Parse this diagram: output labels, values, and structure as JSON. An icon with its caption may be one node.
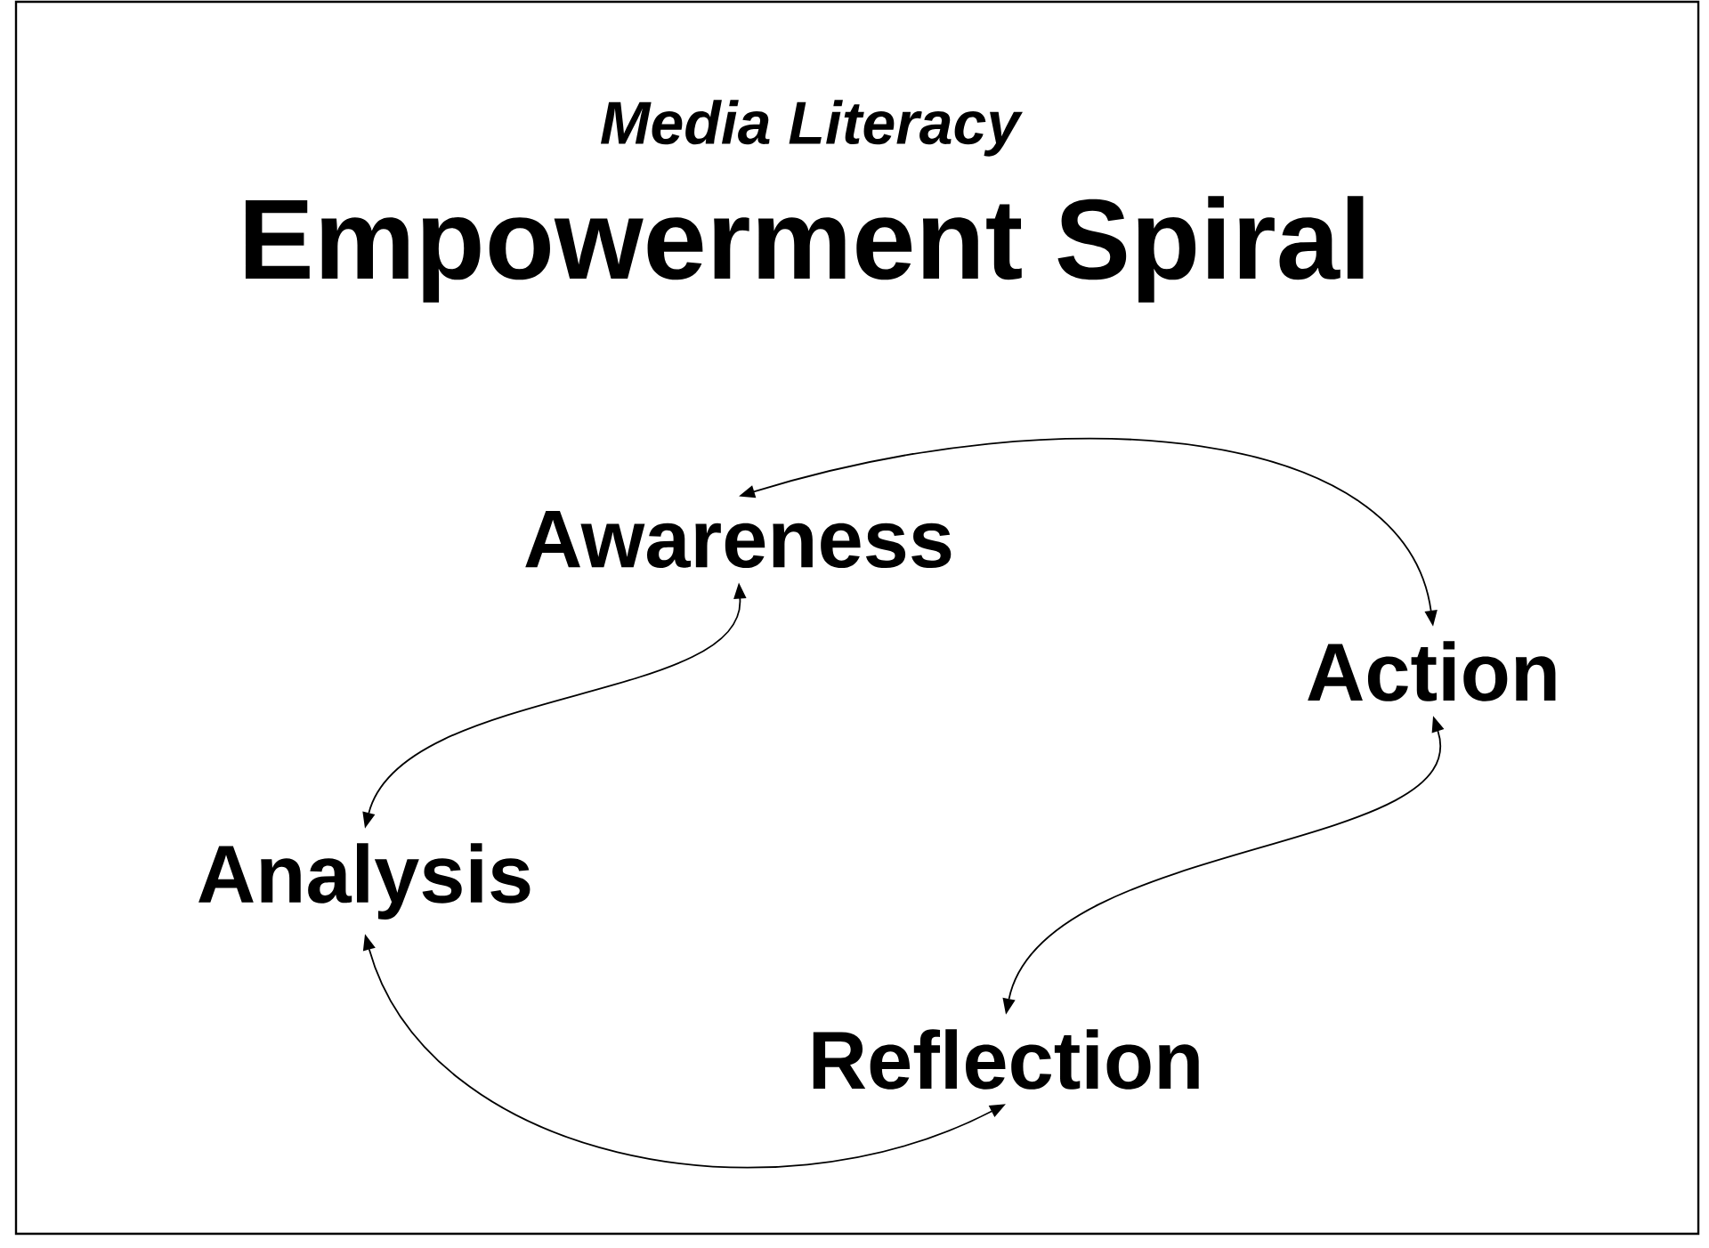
{
  "diagram": {
    "title": "Empowerment Spiral",
    "labels": [
      "Media Literacy"
    ],
    "nodes": [
      {
        "text": [
          "Awareness"
        ]
      },
      {
        "text": [
          "Action"
        ]
      },
      {
        "text": [
          "Reflection"
        ]
      },
      {
        "text": [
          "Analysis"
        ]
      }
    ],
    "edges": [
      {
        "from": 0,
        "to": 1,
        "arrow": "both"
      },
      {
        "from": 1,
        "to": 2,
        "arrow": "both"
      },
      {
        "from": 2,
        "to": 3,
        "arrow": "both"
      },
      {
        "from": 3,
        "to": 0,
        "arrow": "both"
      }
    ]
  }
}
